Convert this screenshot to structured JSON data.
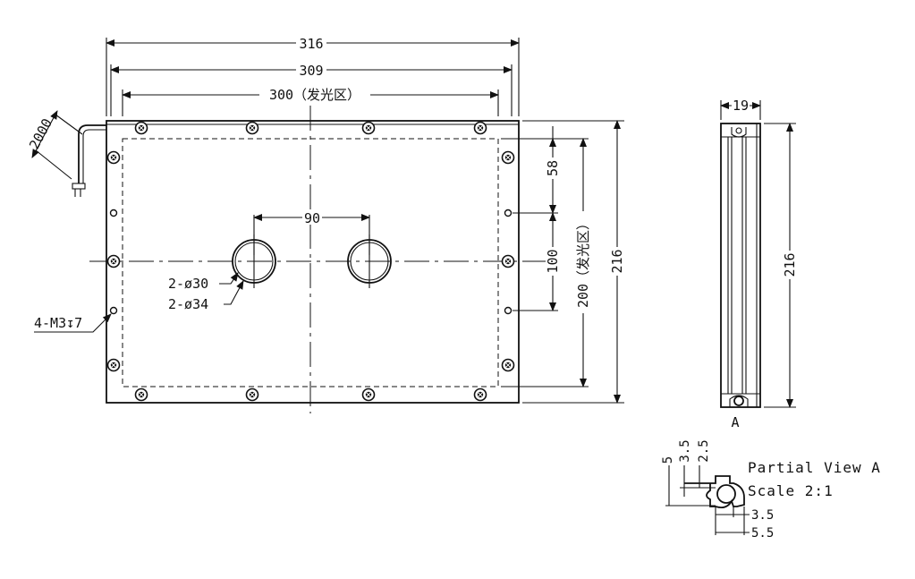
{
  "front_view": {
    "dims": {
      "overall_width": "316",
      "mid_width": "309",
      "emitting_width": "300（发光区）",
      "cable_length": "2000",
      "hole_spacing": "90",
      "hole_small": "2-ø30",
      "hole_large": "2-ø34",
      "thread": "4-M3↧7",
      "top_offset": "58",
      "mount_spacing": "100",
      "emitting_height": "200（发光区）",
      "overall_height": "216"
    }
  },
  "side_view": {
    "dims": {
      "thickness": "19",
      "height": "216"
    },
    "detail_marker": "A"
  },
  "detail_view": {
    "title": "Partial View A",
    "scale": "Scale 2:1",
    "dims": {
      "d5": "5",
      "d3_5_top": "3.5",
      "d2_5": "2.5",
      "d3_5_bottom": "3.5",
      "d5_5": "5.5"
    }
  }
}
